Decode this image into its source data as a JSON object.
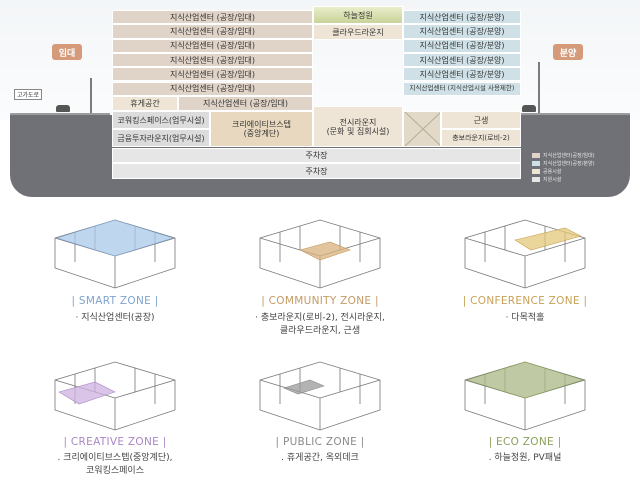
{
  "section": {
    "left_badge": "임대",
    "right_badge": "분양",
    "road_sign": "고가도로",
    "rooftop_garden": "하늘정원",
    "cloud_lounge": "클라우드라운지",
    "left_floors": [
      "지식산업센터 (공장/임대)",
      "지식산업센터 (공장/임대)",
      "지식산업센터 (공장/임대)",
      "지식산업센터 (공장/임대)",
      "지식산업센터 (공장/임대)",
      "지식산업센터 (공장/임대)"
    ],
    "rest_area": "휴게공간",
    "left_lower_floor": "지식산업센터 (공장/임대)",
    "coworking": "코워킹스페이스(업무시설)",
    "fin_lounge": "금융투자라운지(업무시설)",
    "creative_steps": "크리에이티브스텝\n(중앙계단)",
    "exhibit_lounge": "전시라운지\n(문화 및 집회시설)",
    "right_floors": [
      "지식산업센터 (공장/분양)",
      "지식산업센터 (공장/분양)",
      "지식산업센터 (공장/분양)",
      "지식산업센터 (공장/분양)",
      "지식산업센터 (공장/분양)",
      "지식산업센터 (지식산업시설 사용제한)"
    ],
    "retail": "근생",
    "lobby": "충보라운지(로비-2)",
    "parking": [
      "주차장",
      "주차장"
    ],
    "legend": [
      {
        "label": "지식산업센터(공장/임대)",
        "color": "#e0d3c7"
      },
      {
        "label": "지식산업센터(공장/분양)",
        "color": "#cfe1e7"
      },
      {
        "label": "공용시설",
        "color": "#efe5d6"
      },
      {
        "label": "지원시설",
        "color": "#e6e6e6"
      }
    ]
  },
  "zones": [
    {
      "title": "| SMART ZONE |",
      "desc": [
        "· 지식산업센터(공장)"
      ],
      "color": "#7fa4cf",
      "highlight": "#a9c8ea"
    },
    {
      "title": "| COMMUNITY ZONE |",
      "desc": [
        "· 충보라운지(로비-2), 전시라운지,",
        "클라우드라운지, 근생"
      ],
      "color": "#c39a63",
      "highlight": "#d9b27c"
    },
    {
      "title": "| CONFERENCE ZONE |",
      "desc": [
        "· 다목적홀"
      ],
      "color": "#c8a256",
      "highlight": "#e3c77a"
    },
    {
      "title": "| CREATIVE ZONE |",
      "desc": [
        ". 크리에이티브스텝(중앙계단),",
        "코워킹스페이스"
      ],
      "color": "#a986c4",
      "highlight": "#cdb2e0"
    },
    {
      "title": "| PUBLIC ZONE |",
      "desc": [
        ". 휴게공간, 옥외데크"
      ],
      "color": "#8a8a8a",
      "highlight": "#9a9a9a"
    },
    {
      "title": "| ECO ZONE |",
      "desc": [
        ". 하늘정원, PV패널"
      ],
      "color": "#8aa05a",
      "highlight": "#a9b886"
    }
  ]
}
